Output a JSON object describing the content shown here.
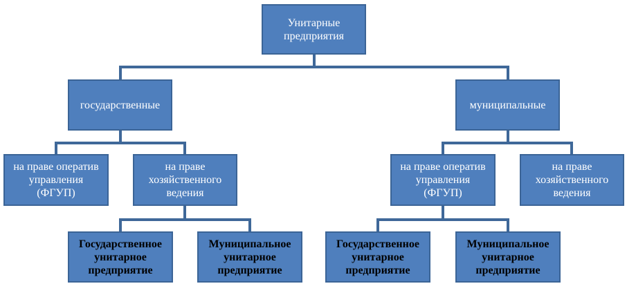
{
  "nodes": {
    "root": "Унитарные\nпредприятия",
    "state": "государственные",
    "municipal": "муниципальные",
    "state_operational": "на праве оператив\nуправления\n(ФГУП)",
    "state_economic": "на праве\nхозяйственного\nведения",
    "municipal_operational": "на праве оператив\nуправления\n(ФГУП)",
    "municipal_economic": "на праве\nхозяйственного\nведения",
    "left_state_enterprise": "Государственное\nунитарное\nпредприятие",
    "left_municipal_enterprise": "Муниципальное\nунитарное\nпредприятие",
    "right_state_enterprise": "Государственное\nунитарное\nпредприятие",
    "right_municipal_enterprise": "Муниципальное\nунитарное\nпредприятие"
  },
  "colors": {
    "box_fill": "#4f7fbd",
    "box_border": "#3b6496",
    "connector": "#3f6899",
    "box_text": "#ffffff",
    "bold_text": "#000000"
  }
}
